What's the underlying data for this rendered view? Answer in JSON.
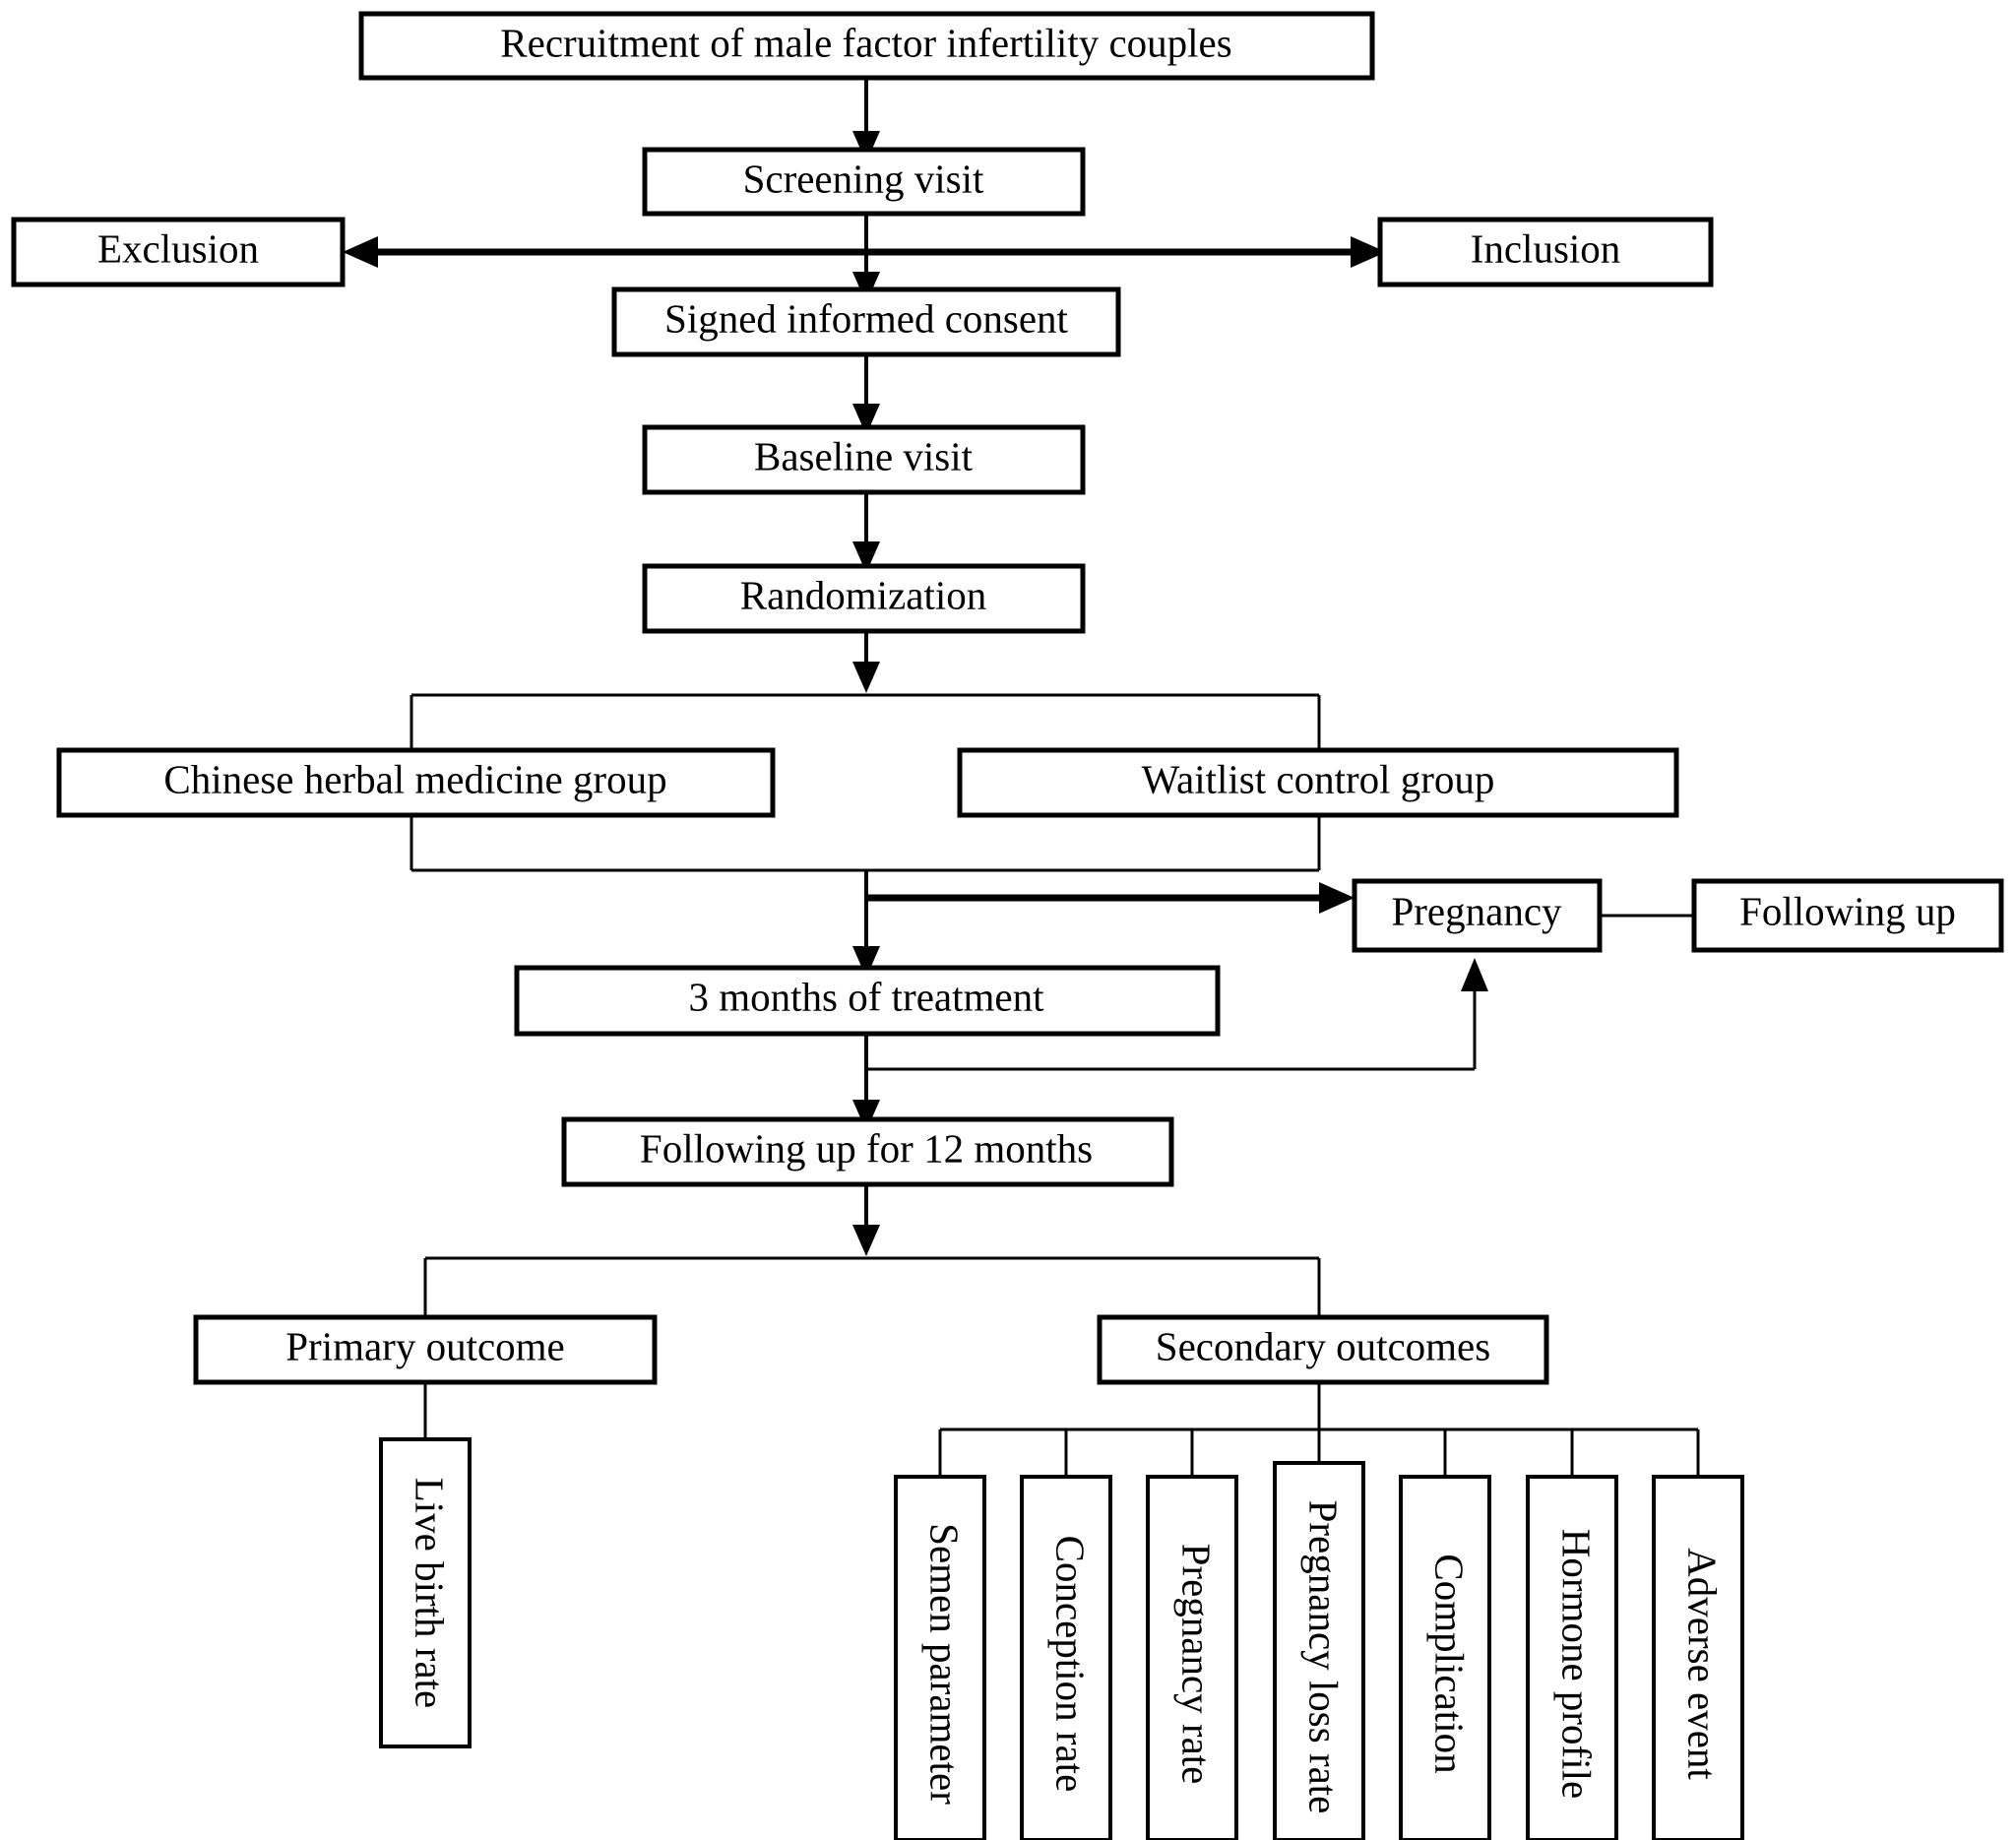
{
  "diagram": {
    "title": "Clinical trial flow diagram for male factor infertility study",
    "colors": {
      "stroke": "#000000",
      "fill": "#ffffff",
      "text": "#000000"
    },
    "nodes": {
      "recruitment": "Recruitment of male factor infertility couples",
      "screening": "Screening visit",
      "exclusion": "Exclusion",
      "inclusion": "Inclusion",
      "consent": "Signed informed consent",
      "baseline": "Baseline visit",
      "randomization": "Randomization",
      "chm_group": "Chinese herbal medicine group",
      "waitlist_group": "Waitlist control group",
      "pregnancy": "Pregnancy",
      "following_up": "Following up",
      "treatment": "3 months of treatment",
      "followup12": "Following up for 12 months",
      "primary_outcome": "Primary outcome",
      "secondary_outcomes": "Secondary outcomes",
      "live_birth_rate": "Live birth rate"
    },
    "secondary_items": [
      "Semen parameter",
      "Conception rate",
      "Pregnancy rate",
      "Pregnancy loss rate",
      "Complication",
      "Hormone profile",
      "Adverse event"
    ]
  }
}
